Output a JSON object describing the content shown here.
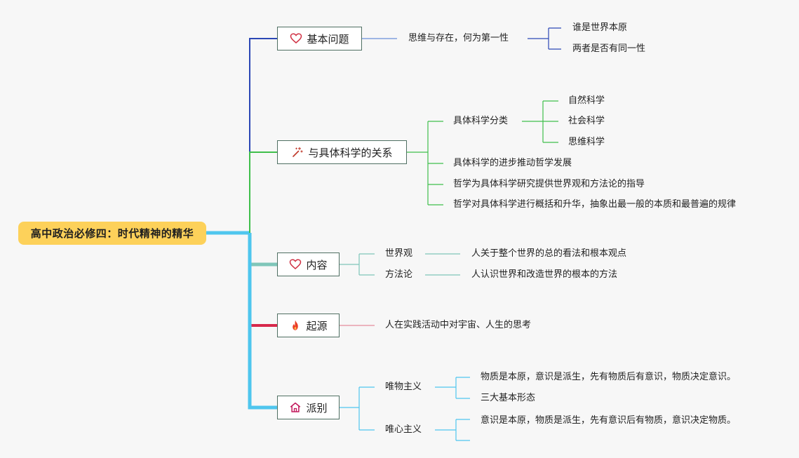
{
  "root": {
    "label": "高中政治必修四：时代精神的精华"
  },
  "branches": [
    {
      "label": "基本问题",
      "icon": "heart-icon",
      "color": "#2b47b5",
      "children": [
        {
          "label": "思维与存在，何为第一性",
          "children": [
            {
              "label": "谁是世界本原"
            },
            {
              "label": "两者是否有同一性"
            }
          ]
        }
      ]
    },
    {
      "label": "与具体科学的关系",
      "icon": "magic-wand-icon",
      "color": "#3fbf4b",
      "children": [
        {
          "label": "具体科学分类",
          "children": [
            {
              "label": "自然科学"
            },
            {
              "label": "社会科学"
            },
            {
              "label": "思维科学"
            }
          ]
        },
        {
          "label": "具体科学的进步推动哲学发展"
        },
        {
          "label": "哲学为具体科学研究提供世界观和方法论的指导"
        },
        {
          "label": "哲学对具体科学进行概括和升华，抽象出最一般的本质和最普遍的规律"
        }
      ]
    },
    {
      "label": "内容",
      "icon": "heart-icon",
      "color": "#7fc6b9",
      "children": [
        {
          "label": "世界观",
          "children": [
            {
              "label": "人关于整个世界的总的看法和根本观点"
            }
          ]
        },
        {
          "label": "方法论",
          "children": [
            {
              "label": "人认识世界和改造世界的根本的方法"
            }
          ]
        }
      ]
    },
    {
      "label": "起源",
      "icon": "fire-icon",
      "color": "#d7284b",
      "children": [
        {
          "label": "人在实践活动中对宇宙、人生的思考"
        }
      ]
    },
    {
      "label": "派别",
      "icon": "house-icon",
      "color": "#4fc6ee",
      "children": [
        {
          "label": "唯物主义",
          "children": [
            {
              "label": "物质是本原，意识是派生，先有物质后有意识，物质决定意识。"
            },
            {
              "label": "三大基本形态"
            }
          ]
        },
        {
          "label": "唯心主义",
          "children": [
            {
              "label": "意识是本原，物质是派生，先有意识后有物质，意识决定物质。"
            }
          ]
        }
      ]
    }
  ]
}
